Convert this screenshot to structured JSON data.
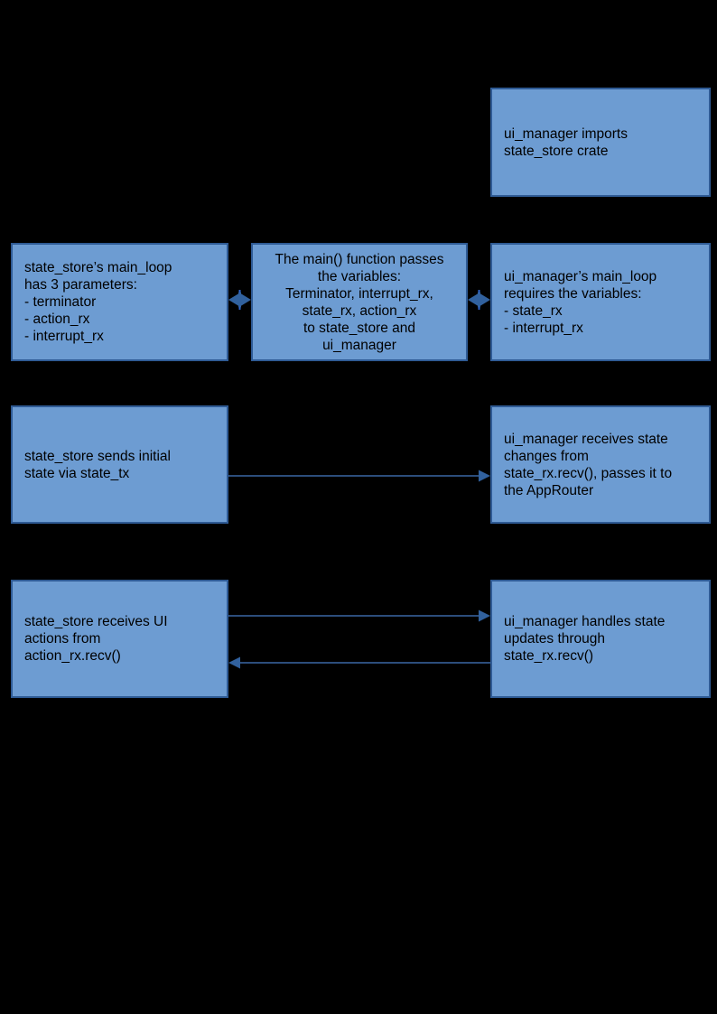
{
  "colors": {
    "background": "#000000",
    "boxFill": "#6D9CD2",
    "boxBorder": "#2F5B95",
    "arrowHead": "#31619E",
    "arrowLine": "#3A67A6",
    "connectorMid": "#2E64CC",
    "textColor": "#000000"
  },
  "diagram": {
    "boxes": [
      {
        "id": "ui-manager-imports",
        "text": "ui_manager imports\nstate_store crate"
      },
      {
        "id": "state-store-main-loop",
        "text": "state_store’s main_loop\nhas 3 parameters:\n- terminator\n- action_rx\n- interrupt_rx"
      },
      {
        "id": "main-function-passes",
        "text": "The main() function passes\nthe variables:\nTerminator, interrupt_rx,\nstate_rx, action_rx\nto state_store and\nui_manager"
      },
      {
        "id": "ui-manager-main-loop",
        "text": "ui_manager’s main_loop\nrequires the variables:\n- state_rx\n- interrupt_rx"
      },
      {
        "id": "state-store-sends-initial",
        "text": "state_store sends initial\nstate via state_tx"
      },
      {
        "id": "ui-manager-receives-state",
        "text": "ui_manager receives state\nchanges from\nstate_rx.recv(), passes it to\nthe AppRouter"
      },
      {
        "id": "state-store-receives-actions",
        "text": "state_store receives UI\nactions from\naction_rx.recv()"
      },
      {
        "id": "ui-manager-handles-updates",
        "text": "ui_manager handles state\nupdates through\nstate_rx.recv()"
      }
    ]
  }
}
